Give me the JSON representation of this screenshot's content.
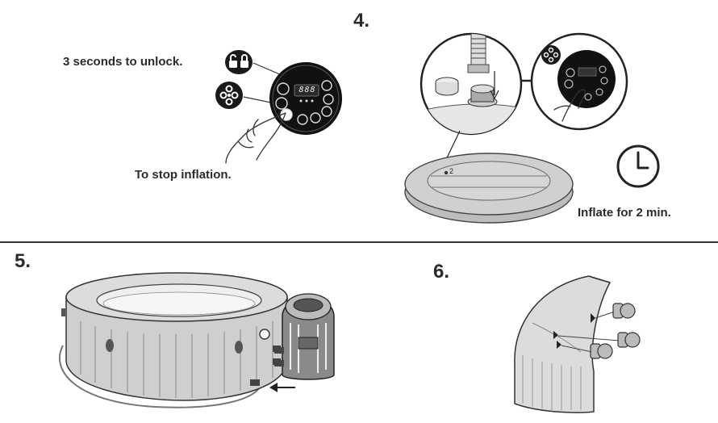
{
  "steps": {
    "step4": {
      "number": "4.",
      "inflate_caption": "Inflate for 2 min.",
      "cover_mark": "2"
    },
    "step5": {
      "number": "5."
    },
    "step6": {
      "number": "6."
    }
  },
  "left_panel": {
    "unlock_caption": "3 seconds to unlock.",
    "stop_caption": "To stop inflation.",
    "display_digits": "888"
  },
  "colors": {
    "ink": "#2b2b2b",
    "divider": "#333333",
    "tub_fill": "#c8c8c8",
    "panel_fill": "#1a1a1a"
  },
  "icons": [
    "lock-unlock-icon",
    "bubble-icon",
    "clock-icon",
    "arrow-left-icon",
    "arrow-down-icon"
  ]
}
